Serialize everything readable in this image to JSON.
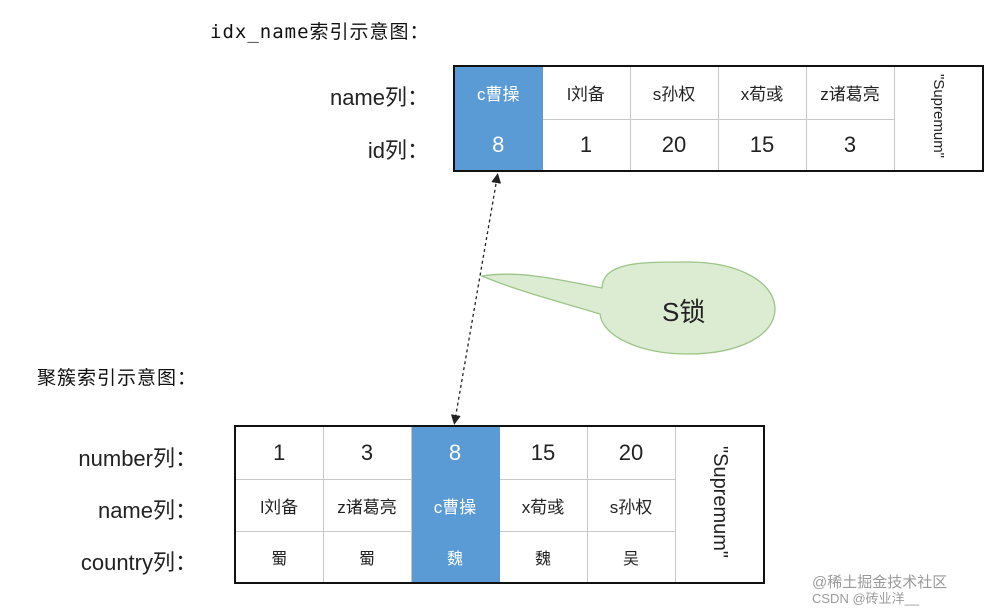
{
  "secondary_index": {
    "title": "idx_name索引示意图：",
    "row_labels": {
      "name": "name列：",
      "id": "id列："
    },
    "entries": [
      {
        "name": "c曹操",
        "id": "8",
        "highlighted": true
      },
      {
        "name": "l刘备",
        "id": "1",
        "highlighted": false
      },
      {
        "name": "s孙权",
        "id": "20",
        "highlighted": false
      },
      {
        "name": "x荀彧",
        "id": "15",
        "highlighted": false
      },
      {
        "name": "z诸葛亮",
        "id": "3",
        "highlighted": false
      }
    ],
    "supremum": "\"Supremum\""
  },
  "clustered_index": {
    "title": "聚簇索引示意图：",
    "row_labels": {
      "number": "number列：",
      "name": "name列：",
      "country": "country列："
    },
    "entries": [
      {
        "number": "1",
        "name": "l刘备",
        "country": "蜀",
        "highlighted": false
      },
      {
        "number": "3",
        "name": "z诸葛亮",
        "country": "蜀",
        "highlighted": false
      },
      {
        "number": "8",
        "name": "c曹操",
        "country": "魏",
        "highlighted": true
      },
      {
        "number": "15",
        "name": "x荀彧",
        "country": "魏",
        "highlighted": false
      },
      {
        "number": "20",
        "name": "s孙权",
        "country": "吴",
        "highlighted": false
      }
    ],
    "supremum": "\"Supremum\""
  },
  "lock_callout": {
    "label": "S锁"
  },
  "watermark": {
    "line1": "@稀土掘金技术社区",
    "line2": "CSDN @砖业洋__"
  },
  "colors": {
    "highlight": "#5b9bd5",
    "callout_fill": "#dcecd2",
    "callout_stroke": "#9cc488"
  }
}
